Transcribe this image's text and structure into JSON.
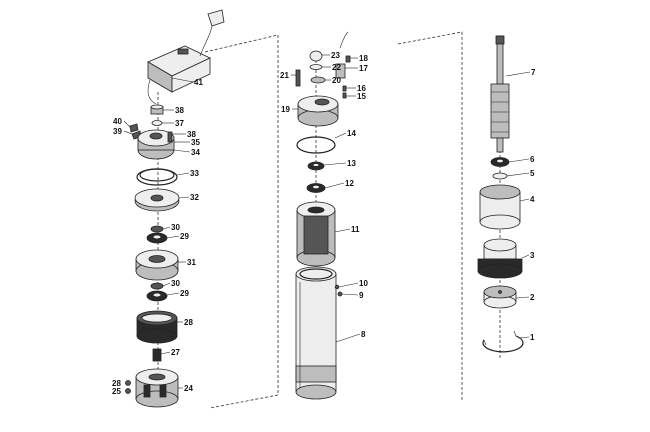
{
  "diagram": {
    "type": "exploded-parts-view",
    "part_numbers": [
      "1",
      "2",
      "3",
      "4",
      "5",
      "6",
      "7",
      "8",
      "9",
      "10",
      "11",
      "12",
      "13",
      "14",
      "15",
      "16",
      "17",
      "18",
      "19",
      "20",
      "21",
      "22",
      "23",
      "24",
      "25",
      "27",
      "28",
      "29",
      "30",
      "31",
      "32",
      "33",
      "34",
      "35",
      "37",
      "38",
      "39",
      "40",
      "41"
    ],
    "labels": {
      "p1": "1",
      "p2": "2",
      "p3": "3",
      "p4": "4",
      "p5": "5",
      "p6": "6",
      "p7": "7",
      "p8": "8",
      "p9": "9",
      "p10": "10",
      "p11": "11",
      "p12": "12",
      "p13": "13",
      "p14": "14",
      "p15": "15",
      "p16": "16",
      "p17": "17",
      "p18": "18",
      "p19": "19",
      "p20": "20",
      "p21": "21",
      "p22": "22",
      "p23": "23",
      "p24": "24",
      "p25": "25",
      "p27": "27",
      "p28": "28",
      "p29a": "29",
      "p29b": "29",
      "p30a": "30",
      "p30b": "30",
      "p31": "31",
      "p32": "32",
      "p33": "33",
      "p34": "34",
      "p35": "35",
      "p37": "37",
      "p38a": "38",
      "p38b": "38",
      "p39": "39",
      "p40": "40",
      "p41": "41"
    },
    "colors": {
      "line": "#222222",
      "fill_light": "#eeeeee",
      "fill_mid": "#bdbdbd",
      "fill_dark": "#555555"
    }
  }
}
